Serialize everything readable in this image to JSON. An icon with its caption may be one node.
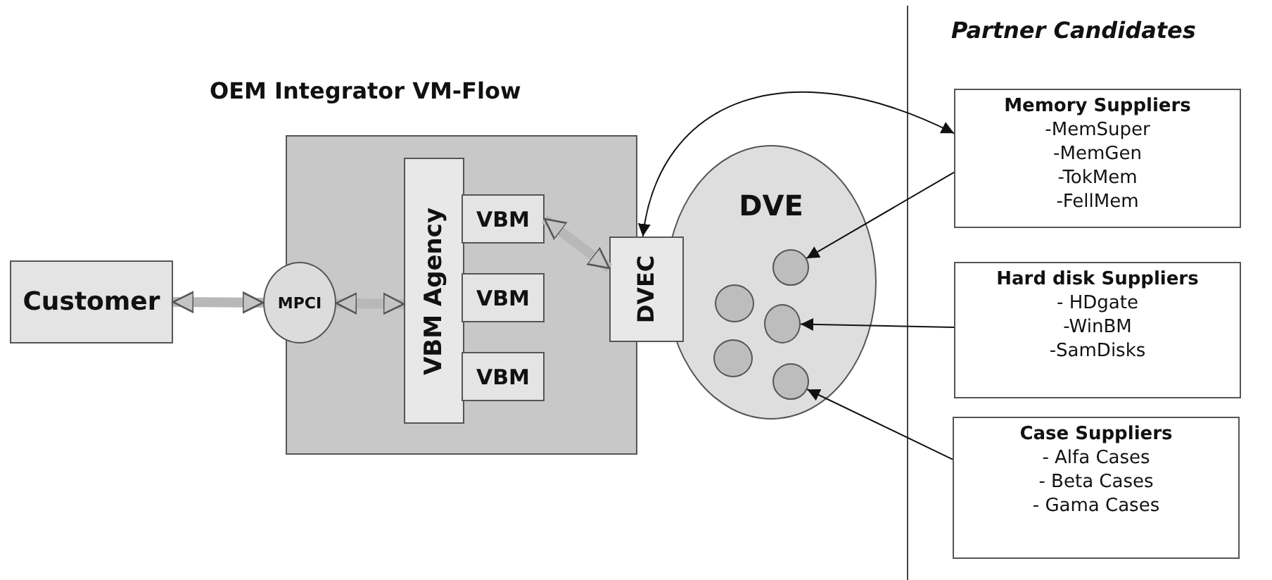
{
  "diagram": {
    "nodes": [
      {
        "text": [
          "OEM Integrator VM-Flow"
        ]
      },
      {
        "text": [
          "Customer"
        ]
      },
      {
        "text": [
          "MPCI"
        ]
      },
      {
        "text": [
          "VBM Agency"
        ],
        "in": 0
      },
      {
        "text": [
          "VBM"
        ],
        "in": 0
      },
      {
        "text": [
          "VBM"
        ],
        "in": 0
      },
      {
        "text": [
          "VBM"
        ],
        "in": 0
      },
      {
        "text": [
          "DVEC"
        ]
      },
      {
        "text": [
          "DVE"
        ]
      },
      {
        "text": [],
        "shape": "circle",
        "in": 8
      },
      {
        "text": [],
        "shape": "circle",
        "in": 8
      },
      {
        "text": [],
        "shape": "circle",
        "in": 8
      },
      {
        "text": [],
        "shape": "circle",
        "in": 8
      },
      {
        "text": [],
        "shape": "circle",
        "in": 8
      },
      {
        "text": [
          "Memory Suppliers",
          "-MemSuper",
          "-MemGen",
          "-TokMem",
          "-FellMem"
        ]
      },
      {
        "text": [
          "Hard disk Suppliers",
          "- HDgate",
          "-WinBM",
          "-SamDisks"
        ]
      },
      {
        "text": [
          "Case Suppliers",
          "- Alfa Cases",
          "- Beta Cases",
          "- Gama Cases"
        ]
      }
    ],
    "edges": [
      {
        "from": 1,
        "to": 2,
        "arrow": "both",
        "style": "thick",
        "color": "#b8b8b8"
      },
      {
        "from": 2,
        "to": 3,
        "arrow": "both",
        "style": "thick",
        "color": "#b8b8b8"
      },
      {
        "from": 4,
        "to": 7,
        "arrow": "both",
        "style": "thick",
        "color": "#b8b8b8"
      },
      {
        "from": 7,
        "to": 14,
        "arrow": "both"
      },
      {
        "from": 14,
        "to": 9,
        "arrow": "to"
      },
      {
        "from": 15,
        "to": 11,
        "arrow": "to"
      },
      {
        "from": 16,
        "to": 13,
        "arrow": "to"
      }
    ],
    "labels": [
      "Partner Candidates"
    ]
  }
}
